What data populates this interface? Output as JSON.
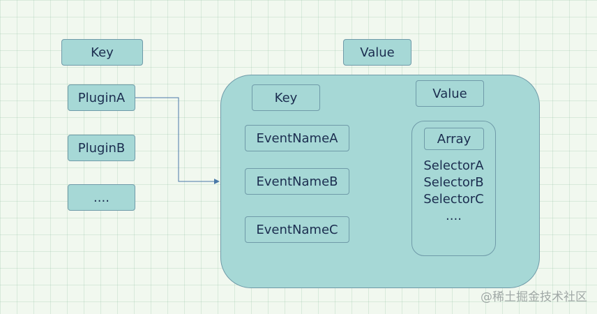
{
  "outer": {
    "key_header": "Key",
    "value_header": "Value",
    "keys": [
      "PluginA",
      "PluginB",
      "...."
    ]
  },
  "inner": {
    "key_header": "Key",
    "value_header": "Value",
    "keys": [
      "EventNameA",
      "EventNameB",
      "EventNameC"
    ],
    "array_label": "Array",
    "selectors": [
      "SelectorA",
      "SelectorB",
      "SelectorC",
      "...."
    ]
  },
  "watermark": "@稀土掘金技术社区",
  "colors": {
    "background": "#f1f8ef",
    "box_fill": "#a6d8d6",
    "box_border": "#6f9aa8",
    "arrow": "#4a78a8",
    "text": "#1b2d4f"
  }
}
